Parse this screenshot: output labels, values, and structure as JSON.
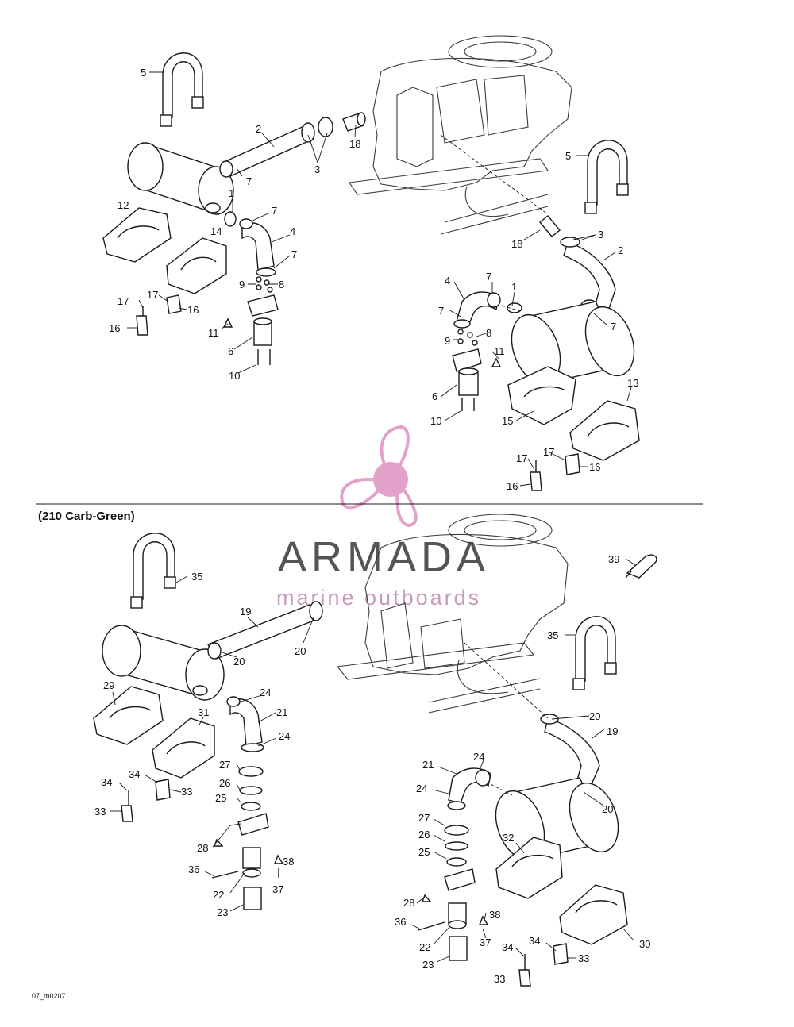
{
  "section_label": "(210 Carb-Green)",
  "figure_code": "07_m0207",
  "watermark": {
    "brand": "ARMADA",
    "tagline": "marine outboards",
    "color": "#e3a2c9"
  },
  "top_labels": {
    "l5a": "5",
    "l2a": "2",
    "l3a": "3",
    "l18a": "18",
    "l7a": "7",
    "l1a": "1",
    "l7b": "7",
    "l12": "12",
    "l14": "14",
    "l4a": "4",
    "l7c": "7",
    "l9a": "9",
    "l8a": "8",
    "l17a": "17",
    "l17b": "17",
    "l16a": "16",
    "l16b": "16",
    "l11a": "11",
    "l6a": "6",
    "l10a": "10",
    "l5b": "5",
    "l18b": "18",
    "l3b": "3",
    "l2b": "2",
    "l4b": "4",
    "l7d": "7",
    "l1b": "1",
    "l7e": "7",
    "l7f": "7",
    "l9b": "9",
    "l8b": "8",
    "l11b": "11",
    "l6b": "6",
    "l10b": "10",
    "l13": "13",
    "l15": "15",
    "l17c": "17",
    "l17d": "17",
    "l16c": "16",
    "l16d": "16"
  },
  "bottom_labels": {
    "l35a": "35",
    "l39": "39",
    "l19a": "19",
    "l20a": "20",
    "l20b": "20",
    "l35b": "35",
    "l29": "29",
    "l24a": "24",
    "l21a": "21",
    "l31": "31",
    "l24b": "24",
    "l27a": "27",
    "l26a": "26",
    "l25a": "25",
    "l34a": "34",
    "l34b": "34",
    "l33a": "33",
    "l33b": "33",
    "l28a": "28",
    "l36a": "36",
    "l38a": "38",
    "l37a": "37",
    "l22a": "22",
    "l23a": "23",
    "l20c": "20",
    "l19b": "19",
    "l21b": "21",
    "l24c": "24",
    "l24d": "24",
    "l20d": "20",
    "l27b": "27",
    "l26b": "26",
    "l25b": "25",
    "l32": "32",
    "l28b": "28",
    "l38b": "38",
    "l36b": "36",
    "l37b": "37",
    "l22b": "22",
    "l23b": "23",
    "l30": "30",
    "l34c": "34",
    "l34d": "34",
    "l33c": "33",
    "l33d": "33"
  }
}
